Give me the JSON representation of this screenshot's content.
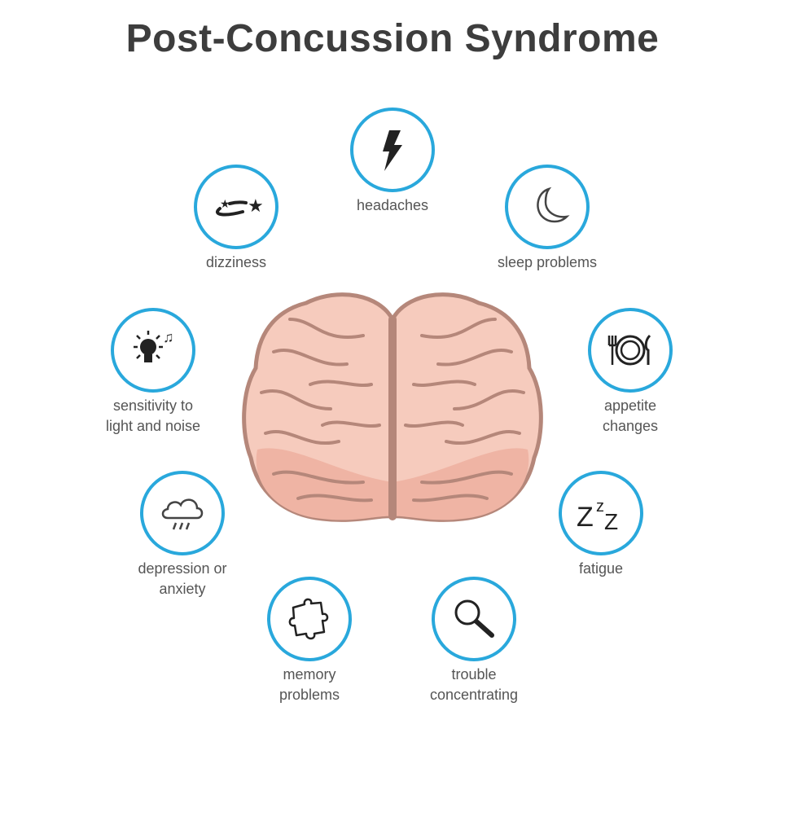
{
  "title": "Post-Concussion Syndrome",
  "accent_color": "#29a8dc",
  "symptoms": [
    {
      "id": "headaches",
      "icon": "lightning-icon",
      "lines": [
        "headaches"
      ]
    },
    {
      "id": "dizziness",
      "icon": "dizzy-stars-icon",
      "lines": [
        "dizziness"
      ]
    },
    {
      "id": "sleep",
      "icon": "moon-icon",
      "lines": [
        "sleep problems"
      ]
    },
    {
      "id": "sensitivity",
      "icon": "lightbulb-music-icon",
      "lines": [
        "sensitivity to",
        "light and noise"
      ]
    },
    {
      "id": "appetite",
      "icon": "plate-cutlery-icon",
      "lines": [
        "appetite",
        "changes"
      ]
    },
    {
      "id": "depression",
      "icon": "rain-cloud-icon",
      "lines": [
        "depression or",
        "anxiety"
      ]
    },
    {
      "id": "fatigue",
      "icon": "zzz-icon",
      "lines": [
        "fatigue"
      ]
    },
    {
      "id": "memory",
      "icon": "puzzle-piece-icon",
      "lines": [
        "memory",
        "problems"
      ]
    },
    {
      "id": "concentrating",
      "icon": "magnifier-icon",
      "lines": [
        "trouble",
        "concentrating"
      ]
    }
  ]
}
